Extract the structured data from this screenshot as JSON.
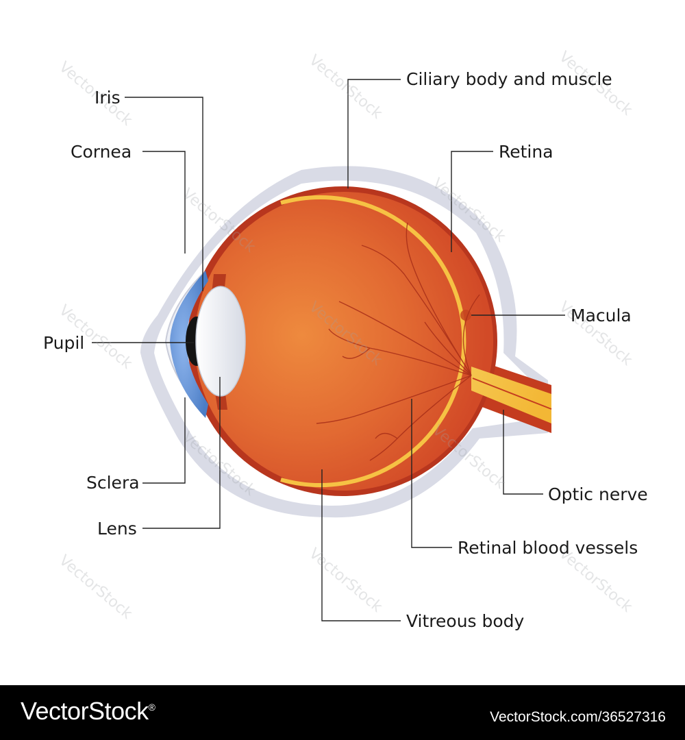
{
  "diagram": {
    "labels": {
      "iris": "Iris",
      "cornea": "Cornea",
      "pupil": "Pupil",
      "sclera": "Sclera",
      "lens": "Lens",
      "ciliary": "Ciliary body and muscle",
      "retina": "Retina",
      "macula": "Macula",
      "optic_nerve": "Optic nerve",
      "retinal_vessels": "Retinal blood vessels",
      "vitreous": "Vitreous body"
    },
    "watermark_text": "VectorStock",
    "colors": {
      "eyeball": "#e0572a",
      "sclera_outline": "#d9dbe6",
      "retina": "#f6c244",
      "iris": "#5d8fd6",
      "lens": "#eef1f6"
    }
  },
  "footer": {
    "logo": "VectorStock",
    "logo_mark": "®",
    "id_text": "VectorStock.com/36527316"
  }
}
